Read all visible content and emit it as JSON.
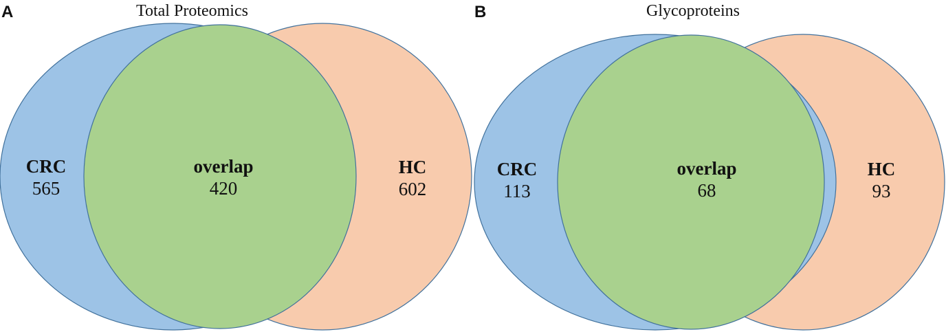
{
  "panels": {
    "a": {
      "letter": "A",
      "title": "Total Proteomics",
      "sets": {
        "crc": {
          "name": "CRC",
          "count": "565"
        },
        "overlap": {
          "name": "overlap",
          "count": "420"
        },
        "hc": {
          "name": "HC",
          "count": "602"
        }
      }
    },
    "b": {
      "letter": "B",
      "title": "Glycoproteins",
      "sets": {
        "crc": {
          "name": "CRC",
          "count": "113"
        },
        "overlap": {
          "name": "overlap",
          "count": "68"
        },
        "hc": {
          "name": "HC",
          "count": "93"
        }
      }
    }
  },
  "colors": {
    "crc": "#9dc3e6",
    "hc": "#f8cbad",
    "overlap": "#a9d18e",
    "stroke": "#41719c"
  }
}
